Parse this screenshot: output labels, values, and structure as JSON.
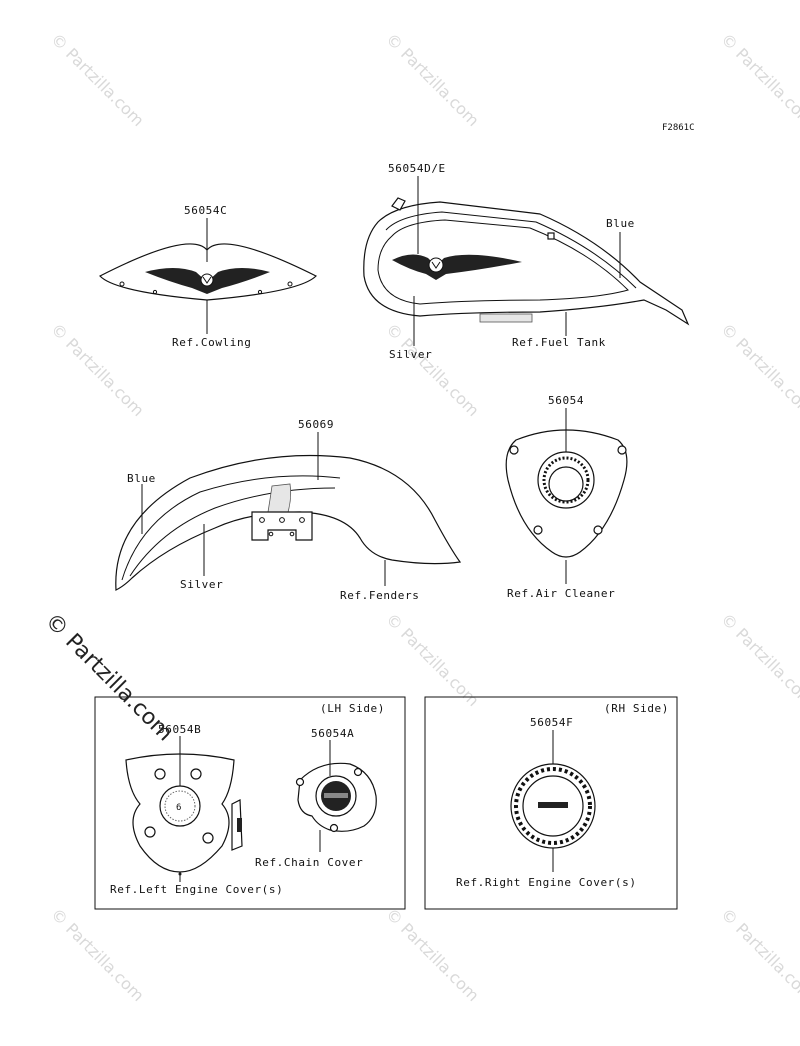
{
  "figure_code": "F2861C",
  "watermark": "© Partzilla.com",
  "callouts": {
    "cowling_part": "56054C",
    "cowling_ref": "Ref.Cowling",
    "tank_part": "56054D/E",
    "tank_blue": "Blue",
    "tank_silver": "Silver",
    "tank_ref": "Ref.Fuel Tank",
    "fender_part": "56069",
    "fender_blue": "Blue",
    "fender_silver": "Silver",
    "fender_ref": "Ref.Fenders",
    "cleaner_part": "56054",
    "cleaner_ref": "Ref.Air Cleaner",
    "left_engine_part": "56054B",
    "left_engine_ref": "Ref.Left Engine Cover(s)",
    "chain_part": "56054A",
    "chain_ref": "Ref.Chain Cover",
    "lh_side": "(LH Side)",
    "right_engine_part": "56054F",
    "right_engine_ref": "Ref.Right Engine Cover(s)",
    "rh_side": "(RH Side)"
  }
}
